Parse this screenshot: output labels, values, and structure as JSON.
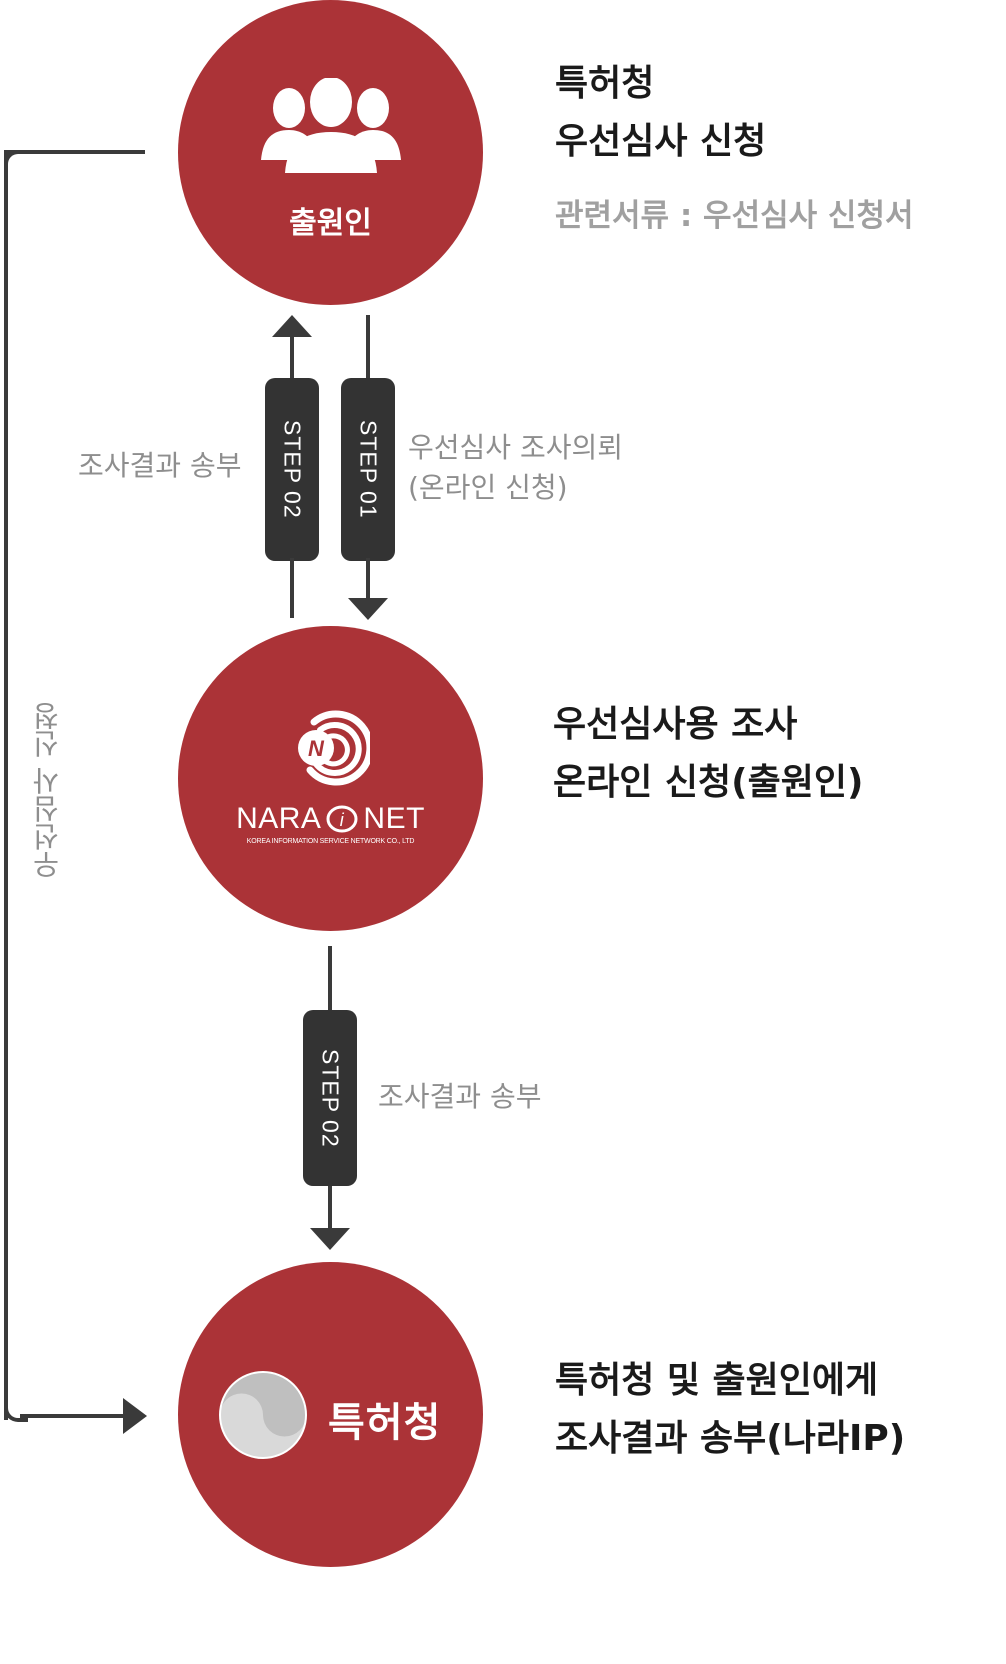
{
  "colors": {
    "accent": "#ab3337",
    "pill": "#333333",
    "line": "#3a3a3a",
    "muted": "#8e8e8e"
  },
  "nodes": {
    "applicant": {
      "icon": "people-icon",
      "label": "출원인",
      "title_line1": "특허청",
      "title_line2": "우선심사 신청",
      "doc_note": "관련서류 : 우선심사 신청서"
    },
    "naranet": {
      "logo_text_left": "NARA",
      "logo_text_right": "NET",
      "logo_tagline": "KOREA INFORMATION SERVICE NETWORK CO., LTD",
      "title_line1": "우선심사용 조사",
      "title_line2": "온라인 신청(출원인)"
    },
    "kipo": {
      "logo_text": "특허청",
      "title_line1": "특허청 및 출원인에게",
      "title_line2": "조사결과 송부(나라IP)"
    }
  },
  "steps": {
    "upper_left": {
      "label": "STEP 02",
      "caption": "조사결과 송부"
    },
    "upper_right": {
      "label": "STEP 01",
      "caption_line1": "우선심사 조사의뢰",
      "caption_line2": "(온라인 신청)"
    },
    "lower": {
      "label": "STEP 02",
      "caption": "조사결과 송부"
    }
  },
  "side_path": {
    "label": "우선심사 신청"
  }
}
